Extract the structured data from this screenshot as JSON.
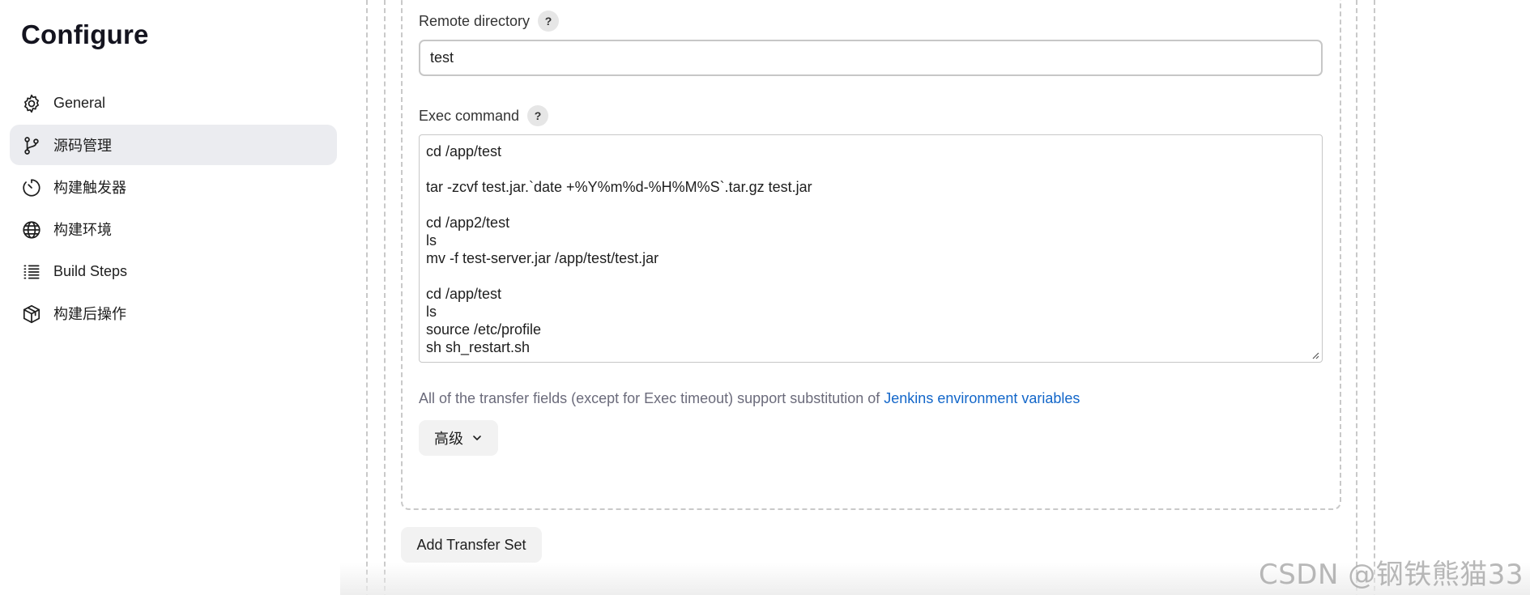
{
  "page": {
    "title": "Configure"
  },
  "sidebar": {
    "items": [
      {
        "label": "General",
        "icon": "gear-icon",
        "active": false
      },
      {
        "label": "源码管理",
        "icon": "branch-icon",
        "active": true
      },
      {
        "label": "构建触发器",
        "icon": "timer-icon",
        "active": false
      },
      {
        "label": "构建环境",
        "icon": "globe-icon",
        "active": false
      },
      {
        "label": "Build Steps",
        "icon": "list-icon",
        "active": false
      },
      {
        "label": "构建后操作",
        "icon": "package-icon",
        "active": false
      }
    ]
  },
  "remote_directory": {
    "label": "Remote directory",
    "help": "?",
    "value": "test"
  },
  "exec_command": {
    "label": "Exec command",
    "help": "?",
    "lines": [
      "cd /app/test",
      "",
      "tar -zcvf test.jar.`date +%Y%m%d-%H%M%S`.tar.gz test.jar",
      "",
      "cd /app2/test",
      "ls",
      "mv -f test-server.jar /app/test/test.jar",
      "",
      "cd /app/test",
      "ls",
      "source /etc/profile",
      "sh sh_restart.sh"
    ]
  },
  "note": {
    "text": "All of the transfer fields (except for Exec timeout) support substitution of ",
    "link": "Jenkins environment variables"
  },
  "advanced_button": {
    "label": "高级",
    "icon": "chevron-down-icon"
  },
  "add_transfer_set_button": {
    "label": "Add Transfer Set"
  },
  "watermark": {
    "text": "CSDN @钢铁熊猫33"
  },
  "colors": {
    "link": "#1266c9",
    "active_nav_bg": "#ebecf0",
    "button_bg": "#f2f2f2",
    "dashed_border": "#c9c9c9"
  }
}
